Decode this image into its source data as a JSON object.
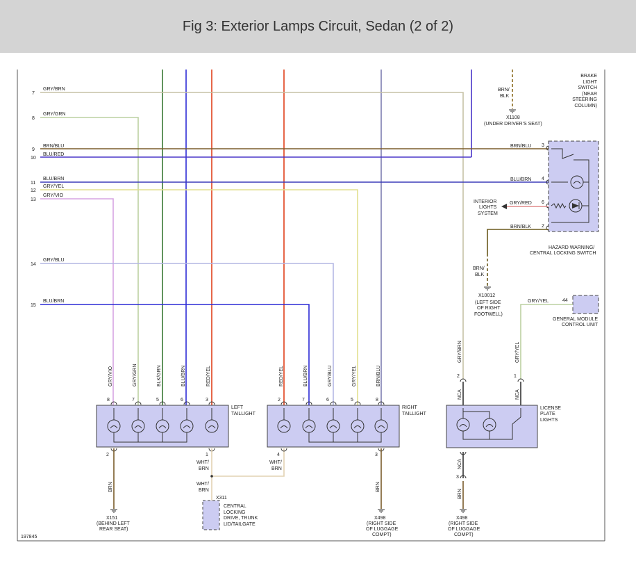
{
  "header": {
    "title": "Fig 3: Exterior Lamps Circuit, Sedan (2 of 2)"
  },
  "figure_number": "197845",
  "colors": {
    "brown": "#7a5c2a",
    "gray": "#c8c8c8",
    "gray_brown": "#c6c2a6",
    "gray_green": "#bcd0a2",
    "gray_yellow": "#e2e08f",
    "gray_violet": "#d7a4e2",
    "gray_blue": "#b4b7e4",
    "blue": "#2d2bd6",
    "blue_red": "#4a36c8",
    "blue_brown": "#3b3bb8",
    "black_green": "#3a7a36",
    "red": "#e0401a",
    "green_dash": "#8aa160",
    "component_fill": "#ccccf2",
    "component_stroke": "#444444"
  },
  "left_wires": [
    {
      "num": "7",
      "color_code": "GRY/BRN"
    },
    {
      "num": "8",
      "color_code": "GRY/GRN"
    },
    {
      "num": "9",
      "color_code": "BRN/BLU"
    },
    {
      "num": "10",
      "color_code": "BLU/RED"
    },
    {
      "num": "11",
      "color_code": "BLU/BRN"
    },
    {
      "num": "12",
      "color_code": "GRY/YEL"
    },
    {
      "num": "13",
      "color_code": "GRY/VIO"
    },
    {
      "num": "14",
      "color_code": "GRY/BLU"
    },
    {
      "num": "15",
      "color_code": "BLU/BRN"
    }
  ],
  "brake_switch": {
    "label_lines": [
      "BRAKE",
      "LIGHT",
      "SWITCH",
      "(NEAR",
      "STEERING",
      "COLUMN)"
    ],
    "wire_code_lines": [
      "BRN/",
      "BLK"
    ],
    "ground_id": "X1108",
    "ground_desc": "(UNDER DRIVER'S SEAT)"
  },
  "hazard_switch": {
    "label_lines": [
      "HAZARD WARNING/",
      "CENTRAL LOCKING SWITCH"
    ],
    "pins": [
      {
        "pin": "3",
        "wire": "BRN/BLU"
      },
      {
        "pin": "4",
        "wire": "BLU/BRN"
      },
      {
        "pin": "6",
        "wire": "GRY/RED"
      },
      {
        "pin": "2",
        "wire": "BRN/BLK"
      }
    ],
    "interior_lights_lines": [
      "INTERIOR",
      "LIGHTS",
      "SYSTEM"
    ]
  },
  "x10012": {
    "wire_code_lines": [
      "BRN/",
      "BLK"
    ],
    "id": "X10012",
    "desc_lines": [
      "(LEFT SIDE",
      "OF RIGHT",
      "FOOTWELL)"
    ]
  },
  "gem": {
    "pin": "44",
    "wire": "GRY/YEL",
    "label_lines": [
      "GENERAL MODULE",
      "CONTROL UNIT"
    ]
  },
  "left_taillight": {
    "label_lines": [
      "LEFT",
      "TAILLIGHT"
    ],
    "top_wires": [
      {
        "pin": "8",
        "wire": "GRY/VIO"
      },
      {
        "pin": "7",
        "wire": "GRY/GRN"
      },
      {
        "pin": "5",
        "wire": "BLK/GRN"
      },
      {
        "pin": "6",
        "wire": "BLU/BRN"
      },
      {
        "pin": "3",
        "wire": "RED/YEL"
      }
    ],
    "bottom_left": {
      "pin": "2",
      "wire": "BRN",
      "ground_id": "X151",
      "ground_desc_lines": [
        "(BEHIND LEFT",
        "REAR SEAT)"
      ]
    },
    "bottom_right": {
      "pin": "1",
      "wire_lines": [
        "WHT/",
        "BRN"
      ]
    }
  },
  "right_taillight": {
    "label_lines": [
      "RIGHT",
      "TAILLIGHT"
    ],
    "top_wires": [
      {
        "pin": "2",
        "wire": "RED/YEL"
      },
      {
        "pin": "7",
        "wire": "BLU/BRN"
      },
      {
        "pin": "6",
        "wire": "GRY/BLU"
      },
      {
        "pin": "5",
        "wire": "GRY/YEL"
      },
      {
        "pin": "8",
        "wire": "BRN/BLU"
      }
    ],
    "bottom_left": {
      "pin": "4",
      "wire_lines": [
        "WHT/",
        "BRN"
      ]
    },
    "bottom_right": {
      "pin": "3",
      "wire": "BRN",
      "ground_id": "X498",
      "ground_desc_lines": [
        "(RIGHT SIDE",
        "OF LUGGAGE",
        "COMPT)"
      ]
    }
  },
  "central_locking": {
    "wire_lines": [
      "WHT/",
      "BRN"
    ],
    "id": "X311",
    "label_lines": [
      "CENTRAL",
      "LOCKING",
      "DRIVE, TRUNK",
      "LID/TAILGATE"
    ]
  },
  "license_plate": {
    "label_lines": [
      "LICENSE",
      "PLATE",
      "LIGHTS"
    ],
    "top_wires": [
      {
        "pin": "2",
        "wire": "GRY/BRN",
        "nca": "NCA"
      },
      {
        "pin": "1",
        "wire": "GRY/YEL",
        "nca": "NCA"
      }
    ],
    "bottom": {
      "nca": "NCA",
      "pin": "3",
      "wire": "BRN",
      "ground_id": "X498",
      "ground_desc_lines": [
        "(RIGHT SIDE",
        "OF LUGGAGE",
        "COMPT)"
      ]
    }
  }
}
